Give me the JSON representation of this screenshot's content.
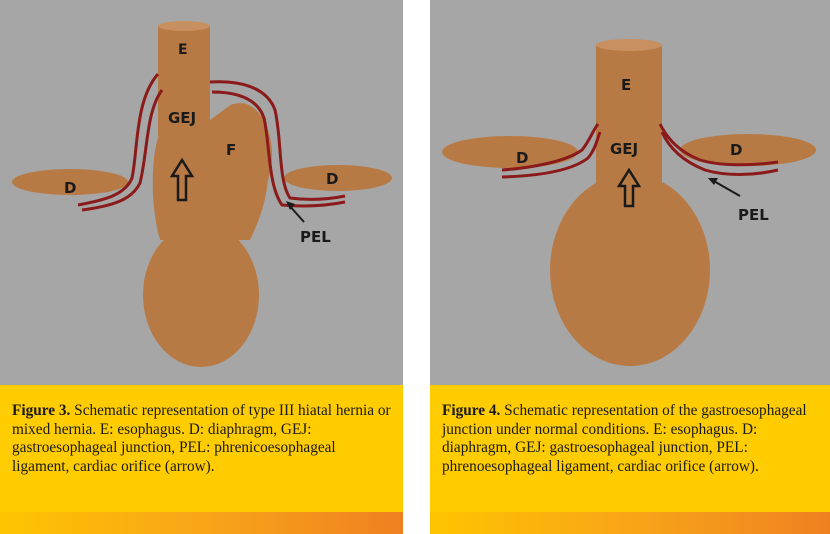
{
  "figures": [
    {
      "caption": {
        "figure_label": "Figure 3.",
        "text": " Schematic representation of type III hiatal hernia or mixed hernia. E: esophagus. D: diaphragm, GEJ: gastroesophageal junction, PEL: phrenicoesophageal ligament, cardiac orifice (arrow)."
      },
      "labels": {
        "e": "E",
        "gej": "GEJ",
        "f": "F",
        "d_left": "D",
        "d_right": "D",
        "pel": "PEL"
      }
    },
    {
      "caption": {
        "figure_label": "Figure 4.",
        "text": " Schematic representation of the gastroesophageal junction under normal conditions. E: esophagus. D: diaphragm, GEJ: gastroesophageal junction, PEL: phrenoesophageal ligament, cardiac orifice (arrow)."
      },
      "labels": {
        "e": "E",
        "gej": "GEJ",
        "d_left": "D",
        "d_right": "D",
        "pel": "PEL"
      }
    }
  ],
  "colors": {
    "background": "#a6a6a6",
    "organ": "#b87a45",
    "ligament": "#8b1a1a",
    "caption_box": "#ffcc00",
    "stripe_end": "#ef8020"
  }
}
